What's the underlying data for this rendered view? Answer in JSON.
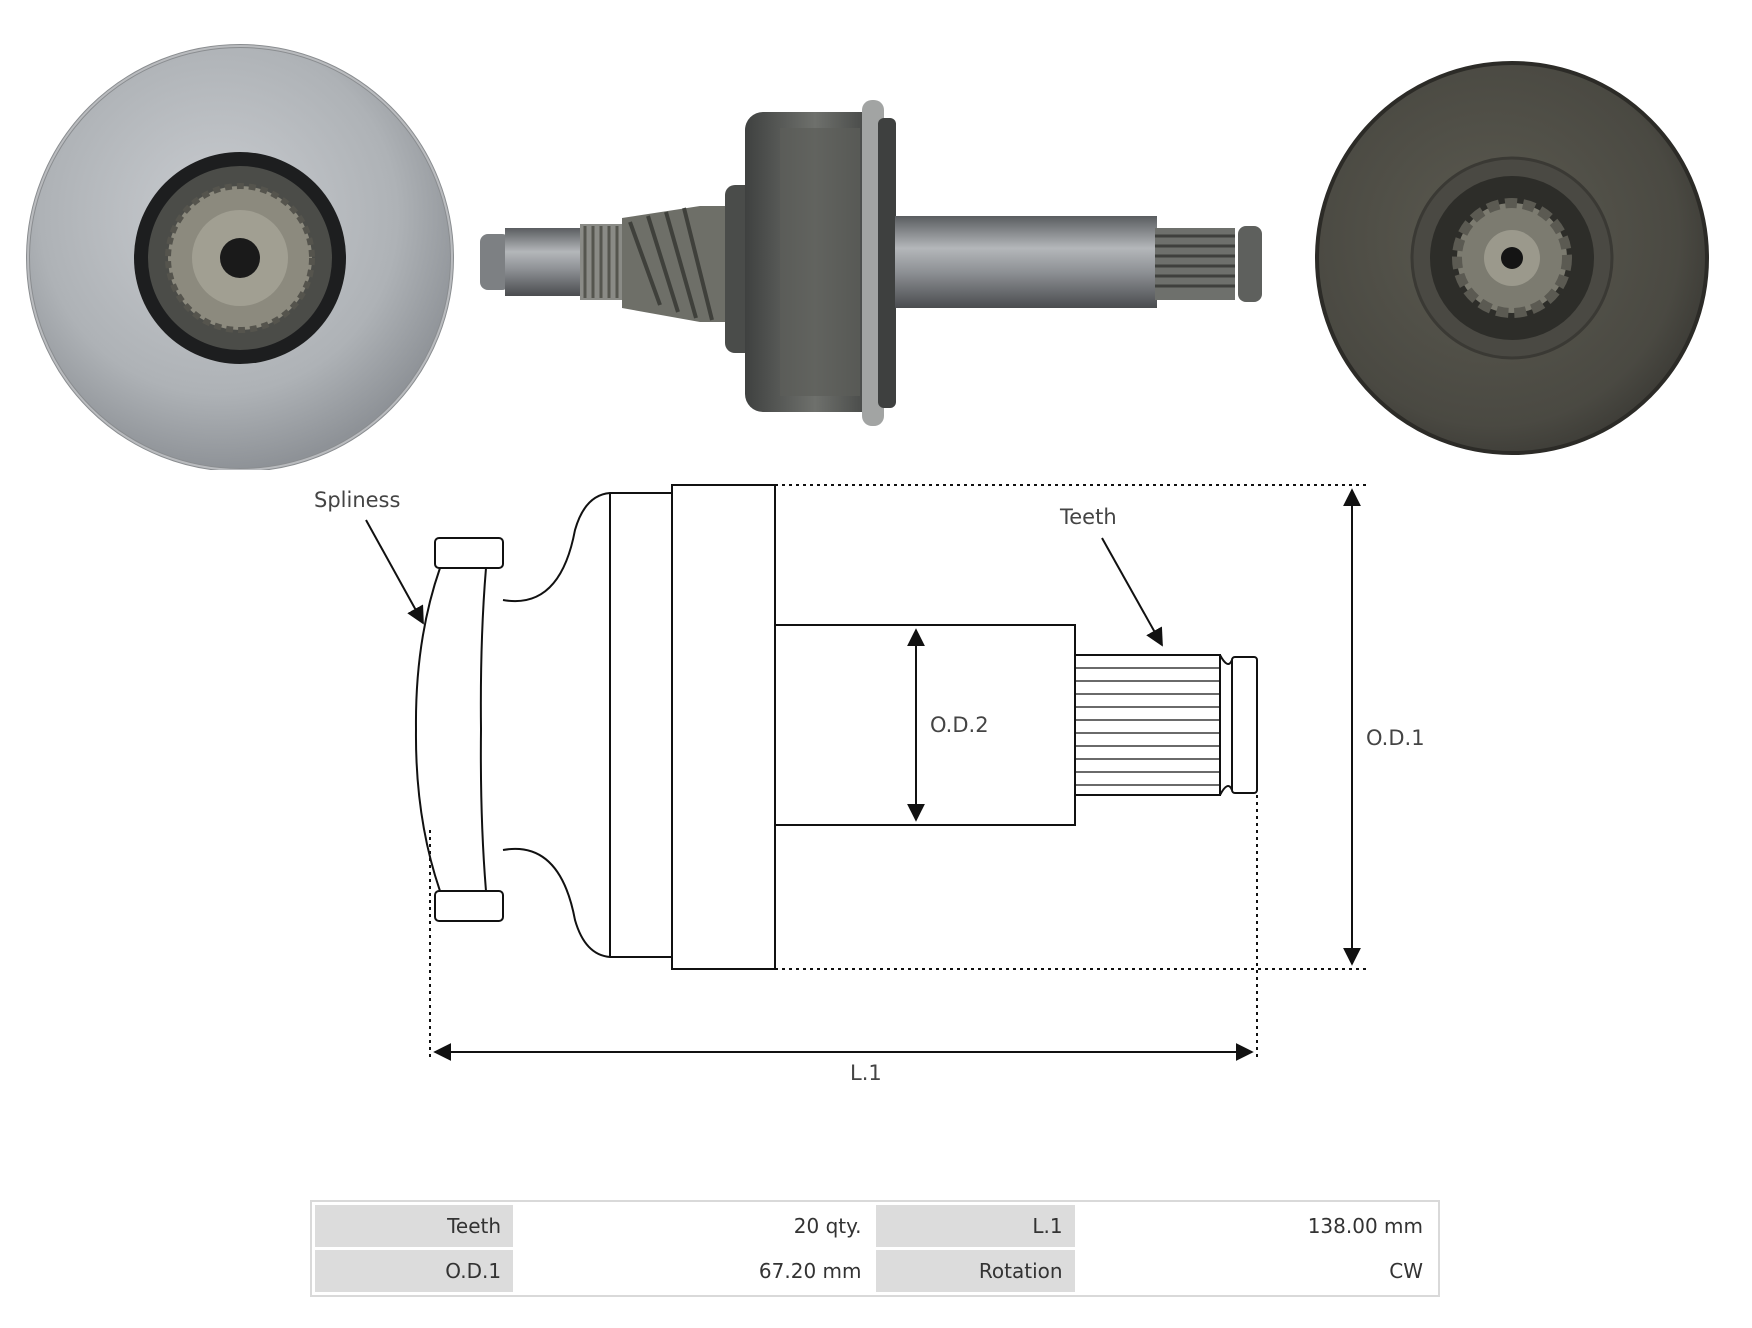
{
  "diagram": {
    "labels": {
      "spliness": "Spliness",
      "teeth": "Teeth",
      "od2": "O.D.2",
      "od1": "O.D.1",
      "l1": "L.1"
    }
  },
  "specs": [
    {
      "key": "Teeth",
      "value": "20 qty.",
      "key2": "L.1",
      "value2": "138.00 mm"
    },
    {
      "key": "O.D.1",
      "value": "67.20 mm",
      "key2": "Rotation",
      "value2": "CW"
    }
  ]
}
